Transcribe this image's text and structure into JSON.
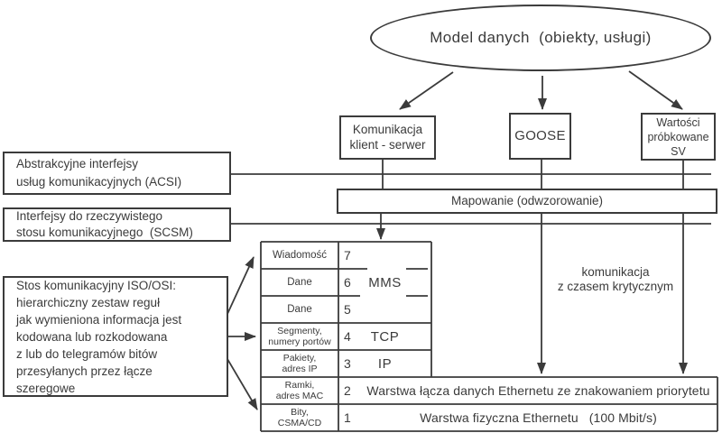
{
  "colors": {
    "ink": "#3b3b3b",
    "background": "#ffffff"
  },
  "root_node": {
    "label": "Model danych  (obiekty, usługi)"
  },
  "service_boxes": {
    "client_server": {
      "line1": "Komunikacja",
      "line2": "klient - serwer"
    },
    "goose": {
      "label": "GOOSE"
    },
    "sampled_values": {
      "line1": "Wartości",
      "line2": "próbkowane",
      "line3": "SV"
    }
  },
  "mapping": {
    "label": "Mapowanie (odwzorowanie)"
  },
  "side_panels": {
    "acsi": {
      "line1": "Abstrakcyjne interfejsy",
      "line2": "usług komunikacyjnych (ACSI)"
    },
    "scsm": {
      "line1": "Interfejsy do rzeczywistego",
      "line2": "stosu komunikacyjnego  (SCSM)"
    },
    "osi": {
      "lines": [
        "Stos komunikacyjny ISO/OSI:",
        "hierarchiczny zestaw reguł",
        "jak wymieniona informacja jest",
        "kodowana lub rozkodowana",
        "z lub do telegramów bitów",
        "przesyłanych przez łącze",
        "szeregowe"
      ]
    }
  },
  "critical_note": {
    "line1": "komunikacja",
    "line2": "z czasem krytycznym"
  },
  "stack_table": {
    "rows": [
      {
        "label": "Wiadomość",
        "num": "7",
        "proto": ""
      },
      {
        "label": "Dane",
        "num": "6",
        "proto": "MMS"
      },
      {
        "label": "Dane",
        "num": "5",
        "proto": ""
      },
      {
        "label": "Segmenty,",
        "label2": "numery portów",
        "num": "4",
        "proto": "TCP"
      },
      {
        "label": "Pakiety,",
        "label2": "adres IP",
        "num": "3",
        "proto": "IP"
      },
      {
        "label": "Ramki,",
        "label2": "adres MAC",
        "num": "2",
        "proto": "Warstwa łącza danych Ethernetu ze znakowaniem priorytetu"
      },
      {
        "label": "Bity,",
        "label2": "CSMA/CD",
        "num": "1",
        "proto": "Warstwa fizyczna Ethernetu   (100 Mbit/s)"
      }
    ]
  }
}
